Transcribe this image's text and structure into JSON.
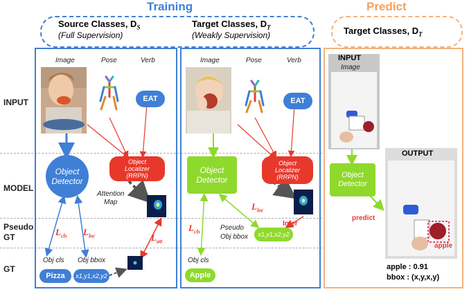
{
  "headers": {
    "training": "Training",
    "predict": "Predict",
    "source_title": "Source Classes, D",
    "source_sub": "S",
    "source_note": "(Full Supervision)",
    "target_title": "Target Classes, D",
    "target_sub": "T",
    "target_note": "(Weakly Supervision)",
    "predict_title": "Target Classes, D",
    "predict_sub": "T"
  },
  "rows": {
    "input": "INPUT",
    "model": "MODEL",
    "pseudo_gt_1": "Pseudo",
    "pseudo_gt_2": "GT",
    "gt": "GT"
  },
  "source_panel": {
    "col_image": "Image",
    "col_pose": "Pose",
    "col_verb": "Verb",
    "verb": "EAT",
    "detector": "Object Detector",
    "localizer_1": "Object",
    "localizer_2": "Localizer",
    "localizer_3": "(RRPN)",
    "attention_1": "Attention",
    "attention_2": "Map",
    "l_cls": "L",
    "l_cls_sub": "cls",
    "l_loc": "L",
    "l_loc_sub": "loc",
    "l_att": "L",
    "l_att_sub": "att",
    "obj_cls": "Obj cls",
    "obj_bbox": "Obj bbox",
    "gt_cls": "Pizza",
    "gt_bbox": "x1,y1,x2,y2"
  },
  "target_panel": {
    "col_image": "Image",
    "col_pose": "Pose",
    "col_verb": "Verb",
    "verb": "EAT",
    "detector_1": "Object",
    "detector_2": "Detector",
    "localizer_1": "Object",
    "localizer_2": "Localizer",
    "localizer_3": "(RRPN)",
    "l_cls": "L",
    "l_cls_sub": "cls",
    "l_loc": "L",
    "l_loc_sub": "loc",
    "infer": "Infer",
    "pseudo_1": "Pseudo",
    "pseudo_2": "Obj bbox",
    "pseudo_box": "x1,y1,x2,y2",
    "obj_cls": "Obj cls",
    "gt_cls": "Apple"
  },
  "predict_panel": {
    "input": "INPUT",
    "image": "Image",
    "output": "OUTPUT",
    "detector_1": "Object",
    "detector_2": "Detector",
    "predict": "predict",
    "det_label": "apple",
    "result_1": "apple : 0.91",
    "result_2": "bbox : (x,y,x,y)"
  },
  "colors": {
    "blue": "#3f7fd6",
    "red": "#e8382c",
    "green": "#8fd92c",
    "orange": "#f2b27a",
    "dark": "#222222"
  }
}
